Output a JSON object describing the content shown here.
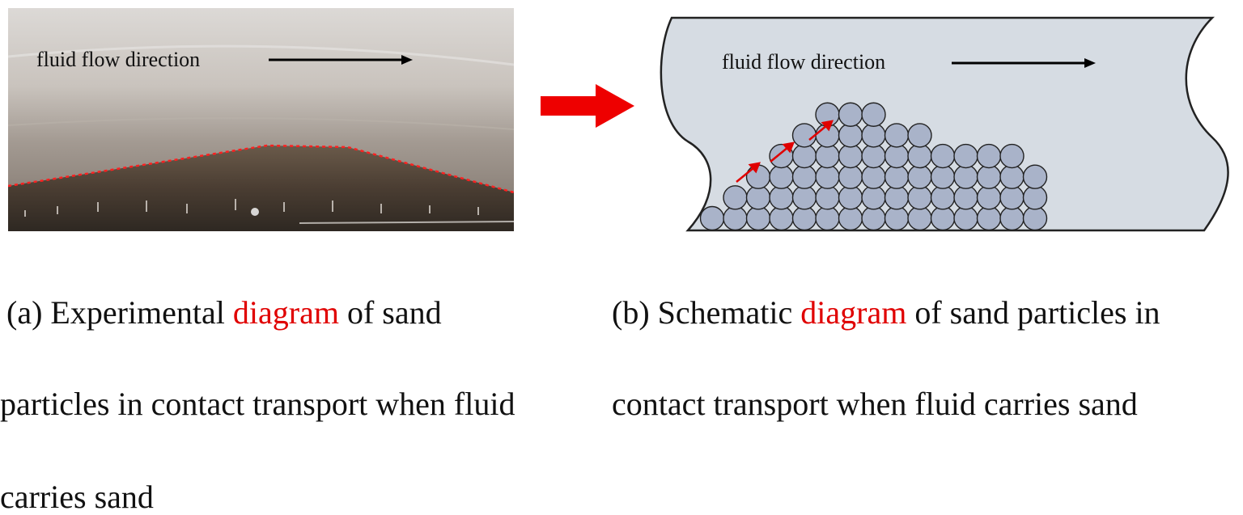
{
  "panel_a": {
    "flow_label": "fluid flow direction",
    "caption_line1_pre": "(a) Experimental ",
    "caption_highlight": "diagram",
    "caption_line1_post": " of sand",
    "caption_line2": "particles in contact transport when fluid",
    "caption_line3": "carries sand"
  },
  "panel_b": {
    "flow_label": "fluid flow direction",
    "caption_line1_pre": "(b) Schematic ",
    "caption_highlight": "diagram",
    "caption_line1_post": " of sand particles in",
    "caption_line2": "contact transport when fluid carries sand",
    "particle_rows": [
      {
        "start": 0,
        "count": 15
      },
      {
        "start": 1,
        "count": 14
      },
      {
        "start": 2,
        "count": 13
      },
      {
        "start": 3,
        "count": 11
      },
      {
        "start": 4,
        "count": 6
      },
      {
        "start": 5,
        "count": 3
      }
    ]
  },
  "colors": {
    "highlight": "#e00000",
    "arrow": "#ee0000",
    "pipe_fill": "#d6dce3",
    "particle_fill": "#a9b3c9",
    "photo_top": "#d9d6d2",
    "photo_bottom": "#7a6e64",
    "sand": "#4b3f34"
  }
}
